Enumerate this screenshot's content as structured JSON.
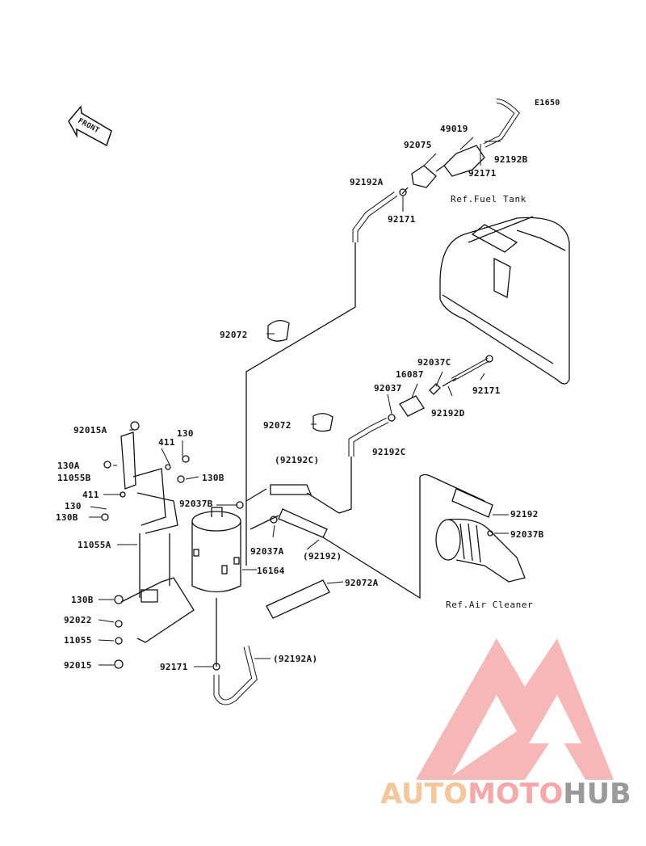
{
  "diagram_code": "E1650",
  "front_label": "FRONT",
  "refs": {
    "fuel_tank": "Ref.Fuel Tank",
    "air_cleaner": "Ref.Air Cleaner"
  },
  "parts": [
    {
      "id": "p49019",
      "text": "49019"
    },
    {
      "id": "p92075",
      "text": "92075"
    },
    {
      "id": "p92192B",
      "text": "92192B"
    },
    {
      "id": "p92171a",
      "text": "92171"
    },
    {
      "id": "p92192A",
      "text": "92192A"
    },
    {
      "id": "p92171b",
      "text": "92171"
    },
    {
      "id": "p92072a",
      "text": "92072"
    },
    {
      "id": "p92037C",
      "text": "92037C"
    },
    {
      "id": "p16087",
      "text": "16087"
    },
    {
      "id": "p92037",
      "text": "92037"
    },
    {
      "id": "p92171c",
      "text": "92171"
    },
    {
      "id": "p92192D",
      "text": "92192D"
    },
    {
      "id": "p92072b",
      "text": "92072"
    },
    {
      "id": "p92192C",
      "text": "92192C"
    },
    {
      "id": "p92015A",
      "text": "92015A"
    },
    {
      "id": "p130a",
      "text": "130"
    },
    {
      "id": "p411a",
      "text": "411"
    },
    {
      "id": "p130A",
      "text": "130A"
    },
    {
      "id": "p130B",
      "text": "130B"
    },
    {
      "id": "p11055B",
      "text": "11055B"
    },
    {
      "id": "p411b",
      "text": "411"
    },
    {
      "id": "p130b",
      "text": "130"
    },
    {
      "id": "p130Bb",
      "text": "130B"
    },
    {
      "id": "p92037B",
      "text": "92037B"
    },
    {
      "id": "p92192Cp",
      "text": "(92192C)"
    },
    {
      "id": "p11055A",
      "text": "11055A"
    },
    {
      "id": "p92037A",
      "text": "92037A"
    },
    {
      "id": "p92192p",
      "text": "(92192)"
    },
    {
      "id": "p92192",
      "text": "92192"
    },
    {
      "id": "p92037Bb",
      "text": "92037B"
    },
    {
      "id": "p16164",
      "text": "16164"
    },
    {
      "id": "p92072A",
      "text": "92072A"
    },
    {
      "id": "p130Bc",
      "text": "130B"
    },
    {
      "id": "p92022",
      "text": "92022"
    },
    {
      "id": "p11055",
      "text": "11055"
    },
    {
      "id": "p92015",
      "text": "92015"
    },
    {
      "id": "p92171d",
      "text": "92171"
    },
    {
      "id": "p92192Ap",
      "text": "(92192A)"
    }
  ],
  "watermark": {
    "part1": "AUTO",
    "part2": "MOTO",
    "part3": "HUB"
  }
}
